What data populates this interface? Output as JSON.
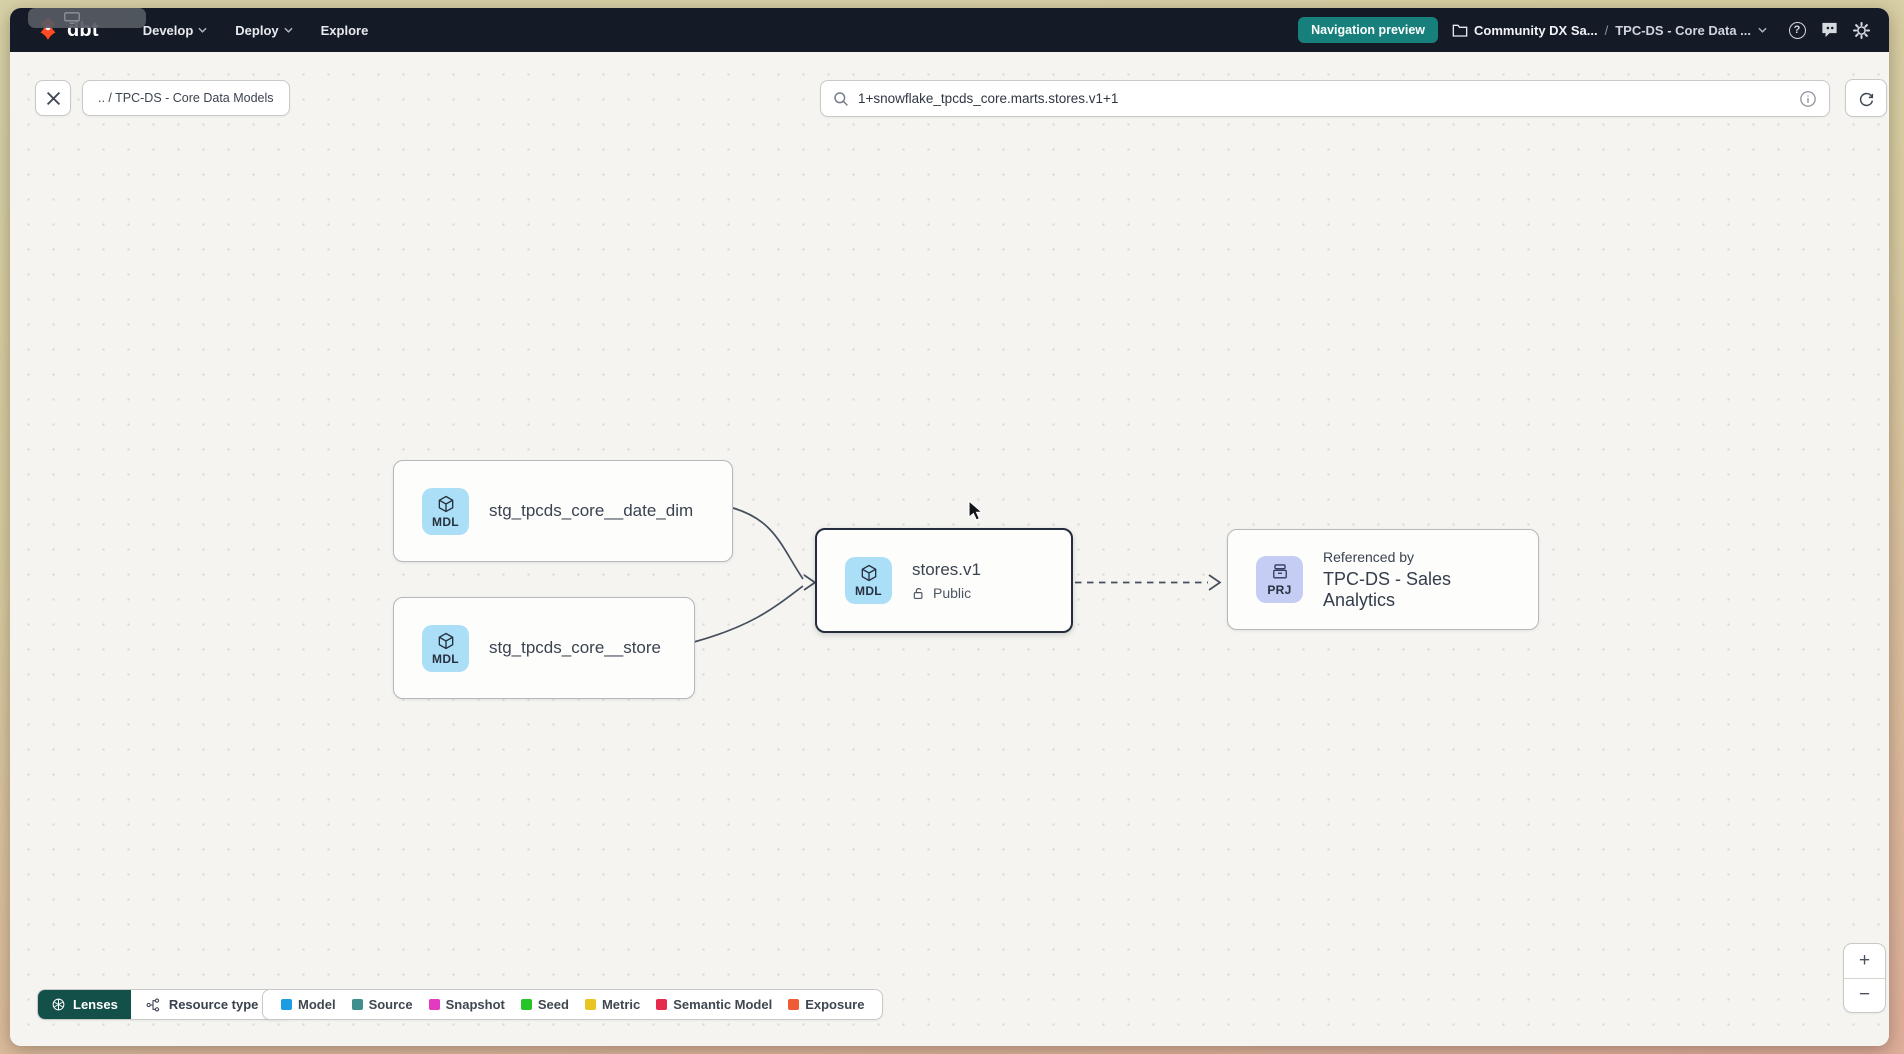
{
  "navbar": {
    "logo_text": "dbt",
    "menus": [
      {
        "label": "Develop"
      },
      {
        "label": "Deploy"
      },
      {
        "label": "Explore"
      }
    ],
    "preview_badge": "Navigation preview",
    "breadcrumb": {
      "project": "Community DX Sa...",
      "separator": "/",
      "page": "TPC-DS - Core Data ..."
    },
    "help_glyph": "?"
  },
  "toolbar": {
    "back_chip": ".. / TPC-DS - Core Data Models",
    "search": {
      "value": "1+snowflake_tpcds_core.marts.stores.v1+1"
    }
  },
  "graph": {
    "nodes": [
      {
        "badge": "MDL",
        "title": "stg_tpcds_core__date_dim"
      },
      {
        "badge": "MDL",
        "title": "stg_tpcds_core__store"
      },
      {
        "badge": "MDL",
        "title": "stores.v1",
        "subtitle": "Public",
        "selected": true
      },
      {
        "badge": "PRJ",
        "pretitle": "Referenced by",
        "title": "TPC-DS - Sales Analytics"
      }
    ]
  },
  "footer": {
    "lenses_label": "Lenses",
    "resource_type_label": "Resource type",
    "legend": [
      {
        "label": "Model",
        "color": "#1e9ce2"
      },
      {
        "label": "Source",
        "color": "#3e8f8d"
      },
      {
        "label": "Snapshot",
        "color": "#e23bc1"
      },
      {
        "label": "Seed",
        "color": "#27c427"
      },
      {
        "label": "Metric",
        "color": "#eac421"
      },
      {
        "label": "Semantic Model",
        "color": "#e62a4e"
      },
      {
        "label": "Exposure",
        "color": "#ee5b35"
      }
    ]
  },
  "zoom_controls": {
    "zoom_in": "+",
    "zoom_out": "−"
  },
  "colors": {
    "navbar_bg": "#141a26",
    "preview_badge_bg": "#17807c",
    "model_badge_bg": "#abdff7",
    "project_badge_bg": "#c6cdf4",
    "lenses_bg": "#14504a",
    "logo_orange": "#ff4a24"
  }
}
